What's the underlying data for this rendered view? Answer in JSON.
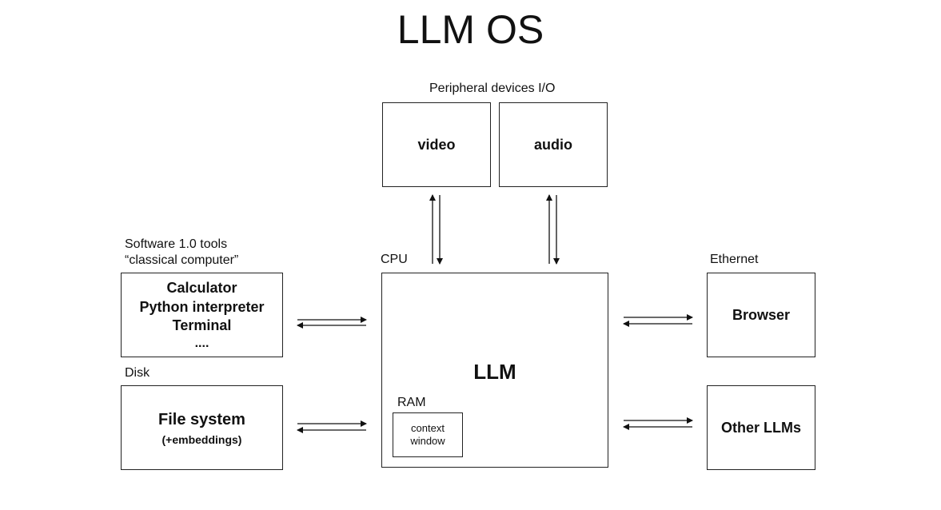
{
  "title": "LLM OS",
  "peripheral": {
    "label": "Peripheral devices I/O",
    "video": "video",
    "audio": "audio"
  },
  "cpu": {
    "label": "CPU",
    "llm": "LLM",
    "ram_label": "RAM",
    "context_line1": "context",
    "context_line2": "window"
  },
  "software": {
    "label_line1": "Software 1.0 tools",
    "label_line2": "“classical computer”",
    "items": [
      "Calculator",
      "Python interpreter",
      "Terminal",
      "...."
    ]
  },
  "disk": {
    "label": "Disk",
    "title": "File system",
    "subtitle": "(+embeddings)"
  },
  "ethernet": {
    "label": "Ethernet",
    "browser": "Browser",
    "other_llms": "Other LLMs"
  }
}
